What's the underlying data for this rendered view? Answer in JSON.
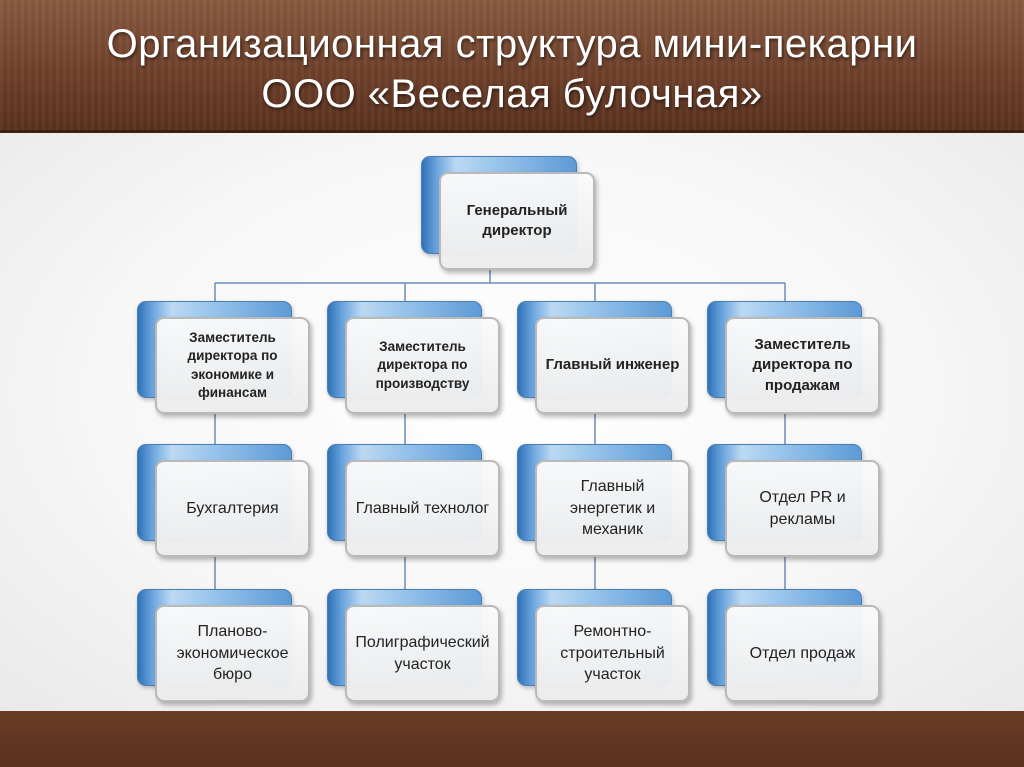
{
  "header": {
    "title_line1": "Организационная структура мини-пекарни",
    "title_line2": "ООО «Веселая булочная»"
  },
  "org_chart": {
    "root": {
      "label": "Генеральный директор"
    },
    "columns": [
      {
        "head": "Заместитель директора по экономике и финансам",
        "units": [
          "Бухгалтерия",
          "Планово-экономическое бюро"
        ]
      },
      {
        "head": "Заместитель директора по производству",
        "units": [
          "Главный технолог",
          "Полиграфический участок"
        ]
      },
      {
        "head": "Главный инженер",
        "units": [
          "Главный энергетик и механик",
          "Ремонтно-строительный участок"
        ]
      },
      {
        "head": "Заместитель директора по продажам",
        "units": [
          "Отдел PR и рекламы",
          "Отдел продаж"
        ]
      }
    ]
  },
  "colors": {
    "header_brown": "#6f412b",
    "box_blue": "#5d9ad6",
    "box_front": "#eeeeee",
    "connector": "#6b8db8"
  }
}
